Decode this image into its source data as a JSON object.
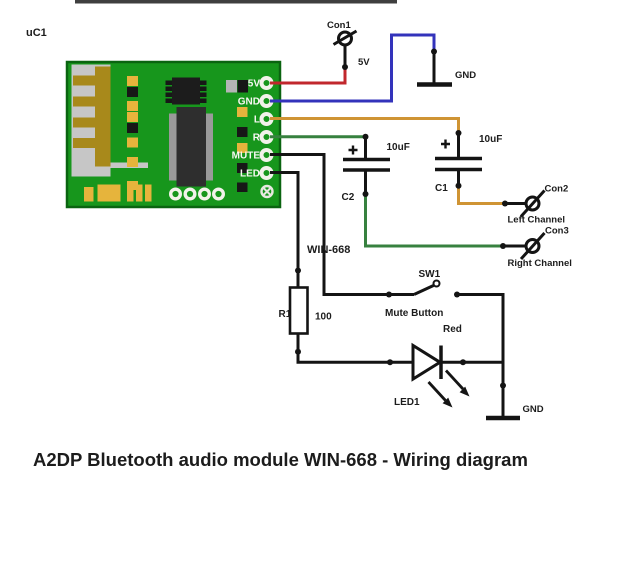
{
  "page": {
    "caption": "A2DP Bluetooth audio module WIN-668 - Wiring diagram"
  },
  "module": {
    "ref": "uC1",
    "name": "WIN-668",
    "pins": [
      {
        "label": "5V"
      },
      {
        "label": "GND"
      },
      {
        "label": "L"
      },
      {
        "label": "R"
      },
      {
        "label": "MUTE"
      },
      {
        "label": "LED"
      }
    ]
  },
  "connectors": [
    {
      "ref": "Con1",
      "net": "5V"
    },
    {
      "ref": "Con2",
      "net": "Left Channel"
    },
    {
      "ref": "Con3",
      "net": "Right Channel"
    }
  ],
  "capacitors": [
    {
      "ref": "C1",
      "value": "10uF"
    },
    {
      "ref": "C2",
      "value": "10uF"
    }
  ],
  "resistors": [
    {
      "ref": "R1",
      "value": "100"
    }
  ],
  "switches": [
    {
      "ref": "SW1",
      "caption": "Mute Button"
    }
  ],
  "leds": [
    {
      "ref": "LED1",
      "caption": "Red"
    }
  ],
  "grounds": {
    "top": "GND",
    "bottom": "GND"
  },
  "colors": {
    "wire_5v_red": "#c1272d",
    "wire_gnd_blue": "#3333bb",
    "wire_left_orange": "#cf9434",
    "wire_right_green": "#37813f",
    "wire_black": "#141414",
    "pcb_green": "#17961c",
    "pad_gold": "#e6b43c",
    "antenna_gold": "#a8891b",
    "silver": "#c6c6c6"
  }
}
